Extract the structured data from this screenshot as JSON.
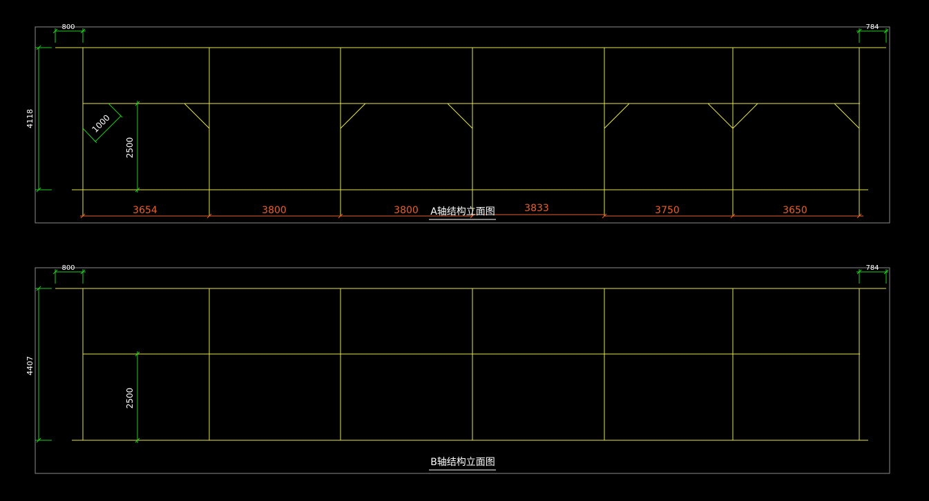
{
  "colors": {
    "background": "#000000",
    "frame": "#8c8c8c",
    "structure": "#e6e64c",
    "dimension_green": "#22cc22",
    "dimension_red": "#e8602c",
    "text": "#ffffff"
  },
  "elevation_a": {
    "title": "A轴结构立面图",
    "height_dim": "4118",
    "left_overhang": "800",
    "right_overhang": "784",
    "mid_height": "2500",
    "brace_length": "1000",
    "spans": [
      "3654",
      "3800",
      "3800",
      "3833",
      "3750",
      "3650"
    ]
  },
  "elevation_b": {
    "title": "B轴结构立面图",
    "height_dim": "4407",
    "left_overhang": "800",
    "right_overhang": "784",
    "mid_height": "2500"
  }
}
